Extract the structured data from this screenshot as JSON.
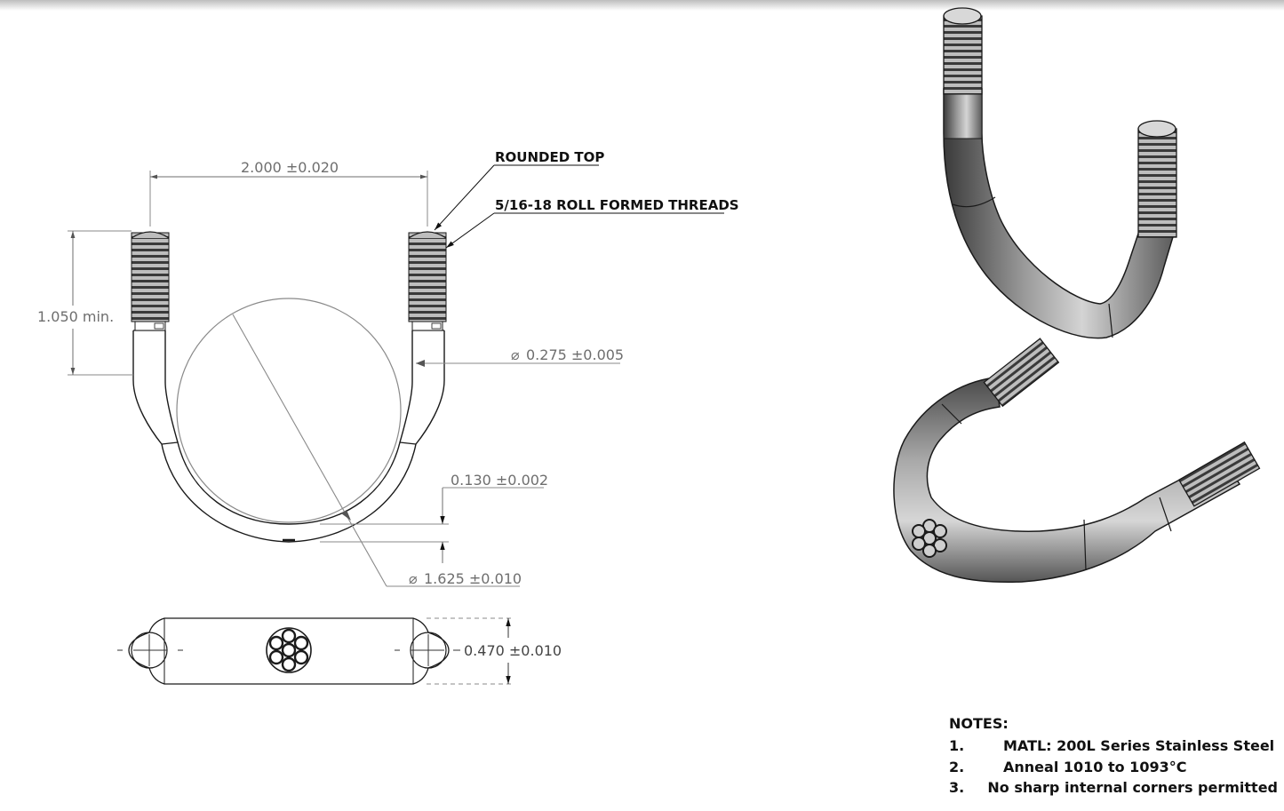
{
  "callouts": {
    "rounded_top": "ROUNDED TOP",
    "threads": "5/16-18 ROLL FORMED THREADS"
  },
  "dimensions": {
    "width": "2.000 ±0.020",
    "thread_length": "1.050 min.",
    "rod_diameter": "0.275 ±0.005",
    "offset": "0.130 ±0.002",
    "inner_diameter": "1.625 ±0.010",
    "height": "0.470 ±0.010"
  },
  "notes": {
    "title": "NOTES:",
    "items": [
      {
        "num": "1.",
        "text": "MATL: 200L Series Stainless Steel"
      },
      {
        "num": "2.",
        "text": "Anneal 1010 to 1093°C"
      },
      {
        "num": "3.",
        "text": "No sharp internal corners permitted"
      }
    ]
  },
  "colors": {
    "line": "#1a1a1a",
    "dimension": "#6e6e6e",
    "shade_dark": "#4a4a4a",
    "shade_mid": "#8a8a8a",
    "shade_light": "#cfcfcf"
  }
}
